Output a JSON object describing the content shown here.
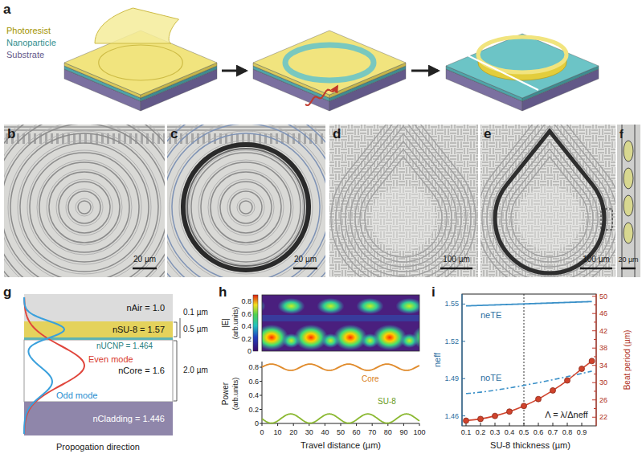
{
  "diagram": {
    "nodes": [
      {
        "text": [
          "nAir = 1.0"
        ]
      },
      {
        "text": [
          "nSU-8 = 1.57"
        ]
      },
      {
        "text": [
          "nCore = 1.6"
        ]
      },
      {
        "text": [
          "nCladding = 1.446"
        ]
      }
    ],
    "labels": [
      "a",
      "Photoresist",
      "Nanoparticle",
      "Substrate",
      "b",
      "20 µm",
      "c",
      "20 µm",
      "d",
      "100 µm",
      "e",
      "100 µm",
      "f",
      "20 µm",
      "g",
      "0.1 µm",
      "0.5 µm",
      "2.0 µm",
      "nUCNP = 1.464",
      "Odd mode",
      "Even mode",
      "Propogation direction",
      "h",
      "|E|",
      "(arb.units)",
      "0.8",
      "0.6",
      "0.4",
      "0.2",
      "0",
      "Power",
      "(arb.units)",
      "0.8",
      "0.6",
      "0.4",
      "0.2",
      "0",
      "Core",
      "SU-8",
      "0",
      "10",
      "20",
      "30",
      "40",
      "50",
      "60",
      "70",
      "80",
      "90",
      "100",
      "Travel distance (µm)",
      "i",
      "neTE",
      "noTE",
      "neff",
      "1.55",
      "1.52",
      "1.49",
      "1.46",
      "50",
      "46",
      "42",
      "38",
      "34",
      "30",
      "26",
      "22",
      "Beat period (µm)",
      "0.1",
      "0.2",
      "0.3",
      "0.4",
      "0.5",
      "0.6",
      "0.7",
      "0.8",
      "0.9",
      "SU-8 thickness (µm)",
      "Λ = λ/Δneff"
    ]
  }
}
